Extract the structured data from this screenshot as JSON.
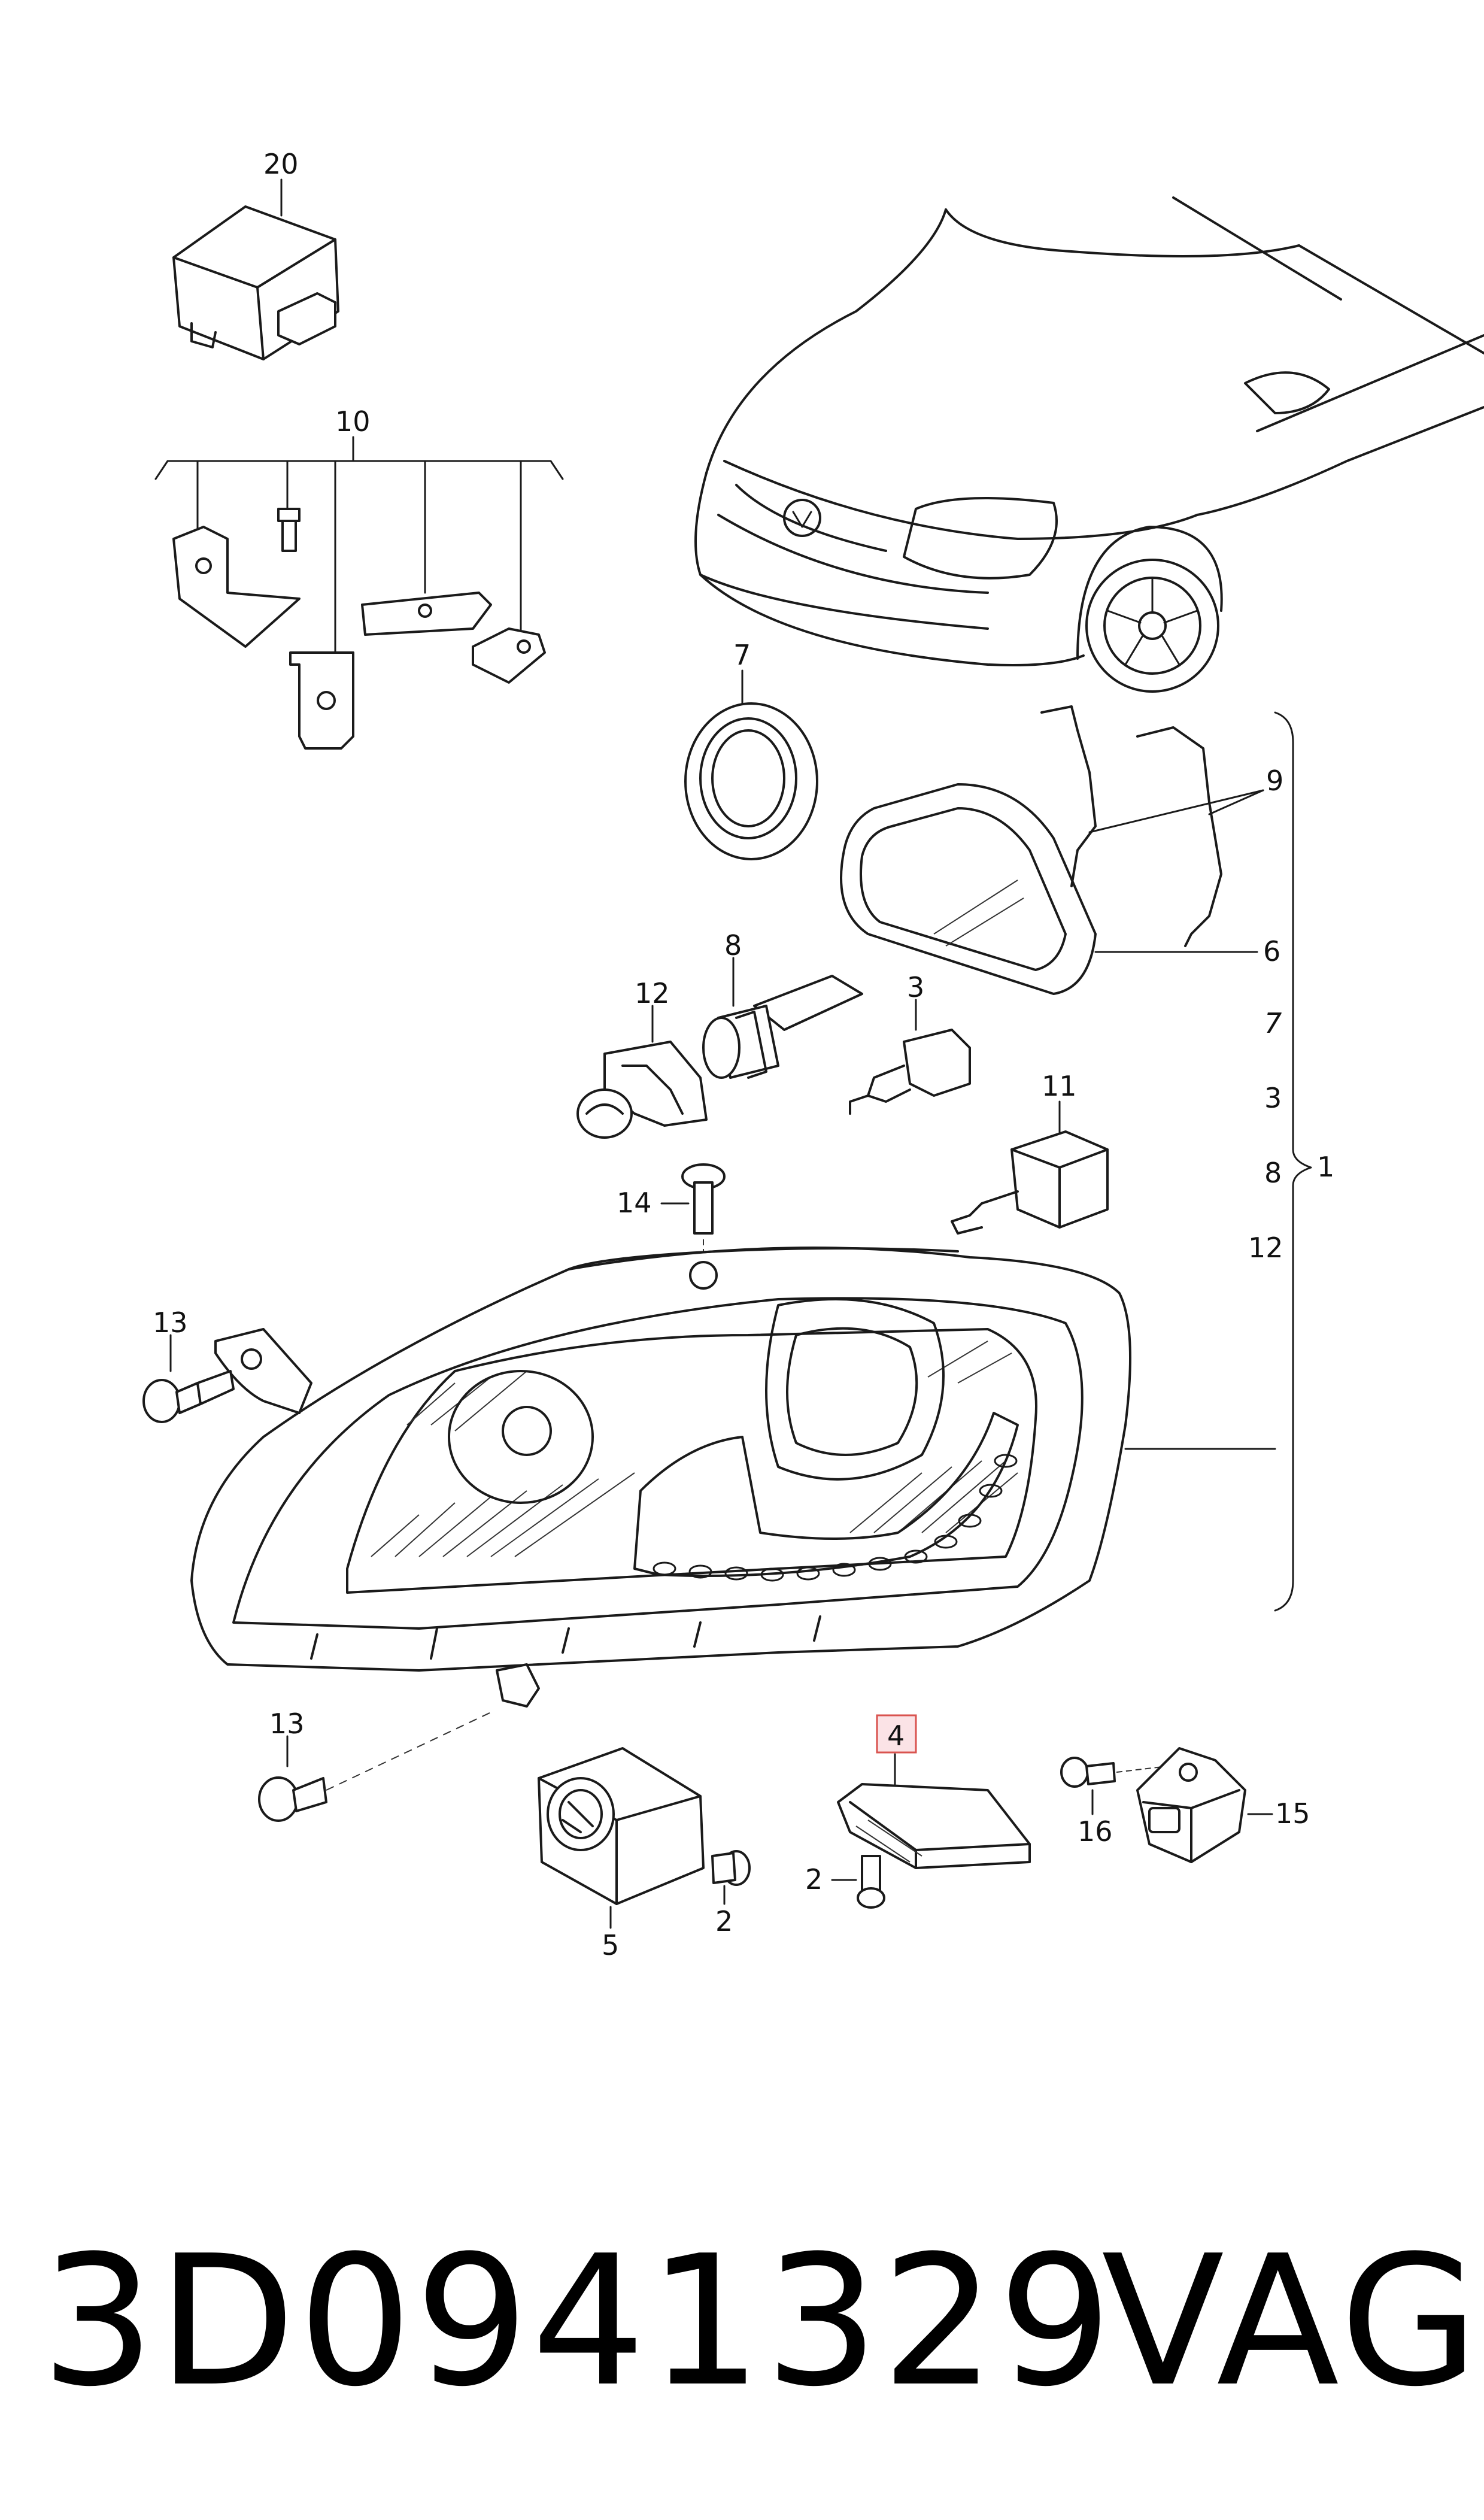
{
  "diagram": {
    "callouts": {
      "c20": "20",
      "c10": "10",
      "c7": "7",
      "c9": "9",
      "c6": "6",
      "c8": "8",
      "c12": "12",
      "c3": "3",
      "c11": "11",
      "c14": "14",
      "c13a": "13",
      "c13b": "13",
      "c1": "1",
      "c4": "4",
      "c5": "5",
      "c2a": "2",
      "c2b": "2",
      "c16": "16",
      "c15": "15"
    },
    "bracket_list": [
      "6",
      "7",
      "3",
      "8",
      "12"
    ],
    "highlighted_part": "4"
  },
  "footer": {
    "part_number": "3D0941329",
    "brand": "VAG"
  }
}
